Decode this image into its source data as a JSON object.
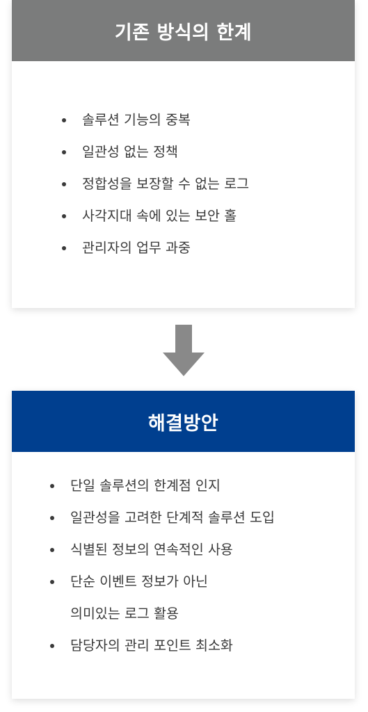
{
  "limits": {
    "title": "기존 방식의 한계",
    "items": [
      "솔루션 기능의 중복",
      "일관성 없는 정책",
      "정합성을 보장할 수 없는 로그",
      "사각지대 속에 있는 보안 홀",
      "관리자의 업무 과중"
    ]
  },
  "arrow": {
    "icon": "down-arrow-icon",
    "color": "#898989"
  },
  "solution": {
    "title": "해결방안",
    "items": [
      "단일 솔루션의 한계점 인지",
      "일관성을 고려한 단계적 솔루션 도입",
      "식별된 정보의 연속적인 사용",
      [
        "단순 이벤트 정보가 아닌",
        "의미있는 로그 활용"
      ],
      "담당자의 관리 포인트 최소화"
    ]
  },
  "colors": {
    "limits_header": "#7b7c7c",
    "solution_header": "#003f8f",
    "text": "#3a3a3a"
  }
}
